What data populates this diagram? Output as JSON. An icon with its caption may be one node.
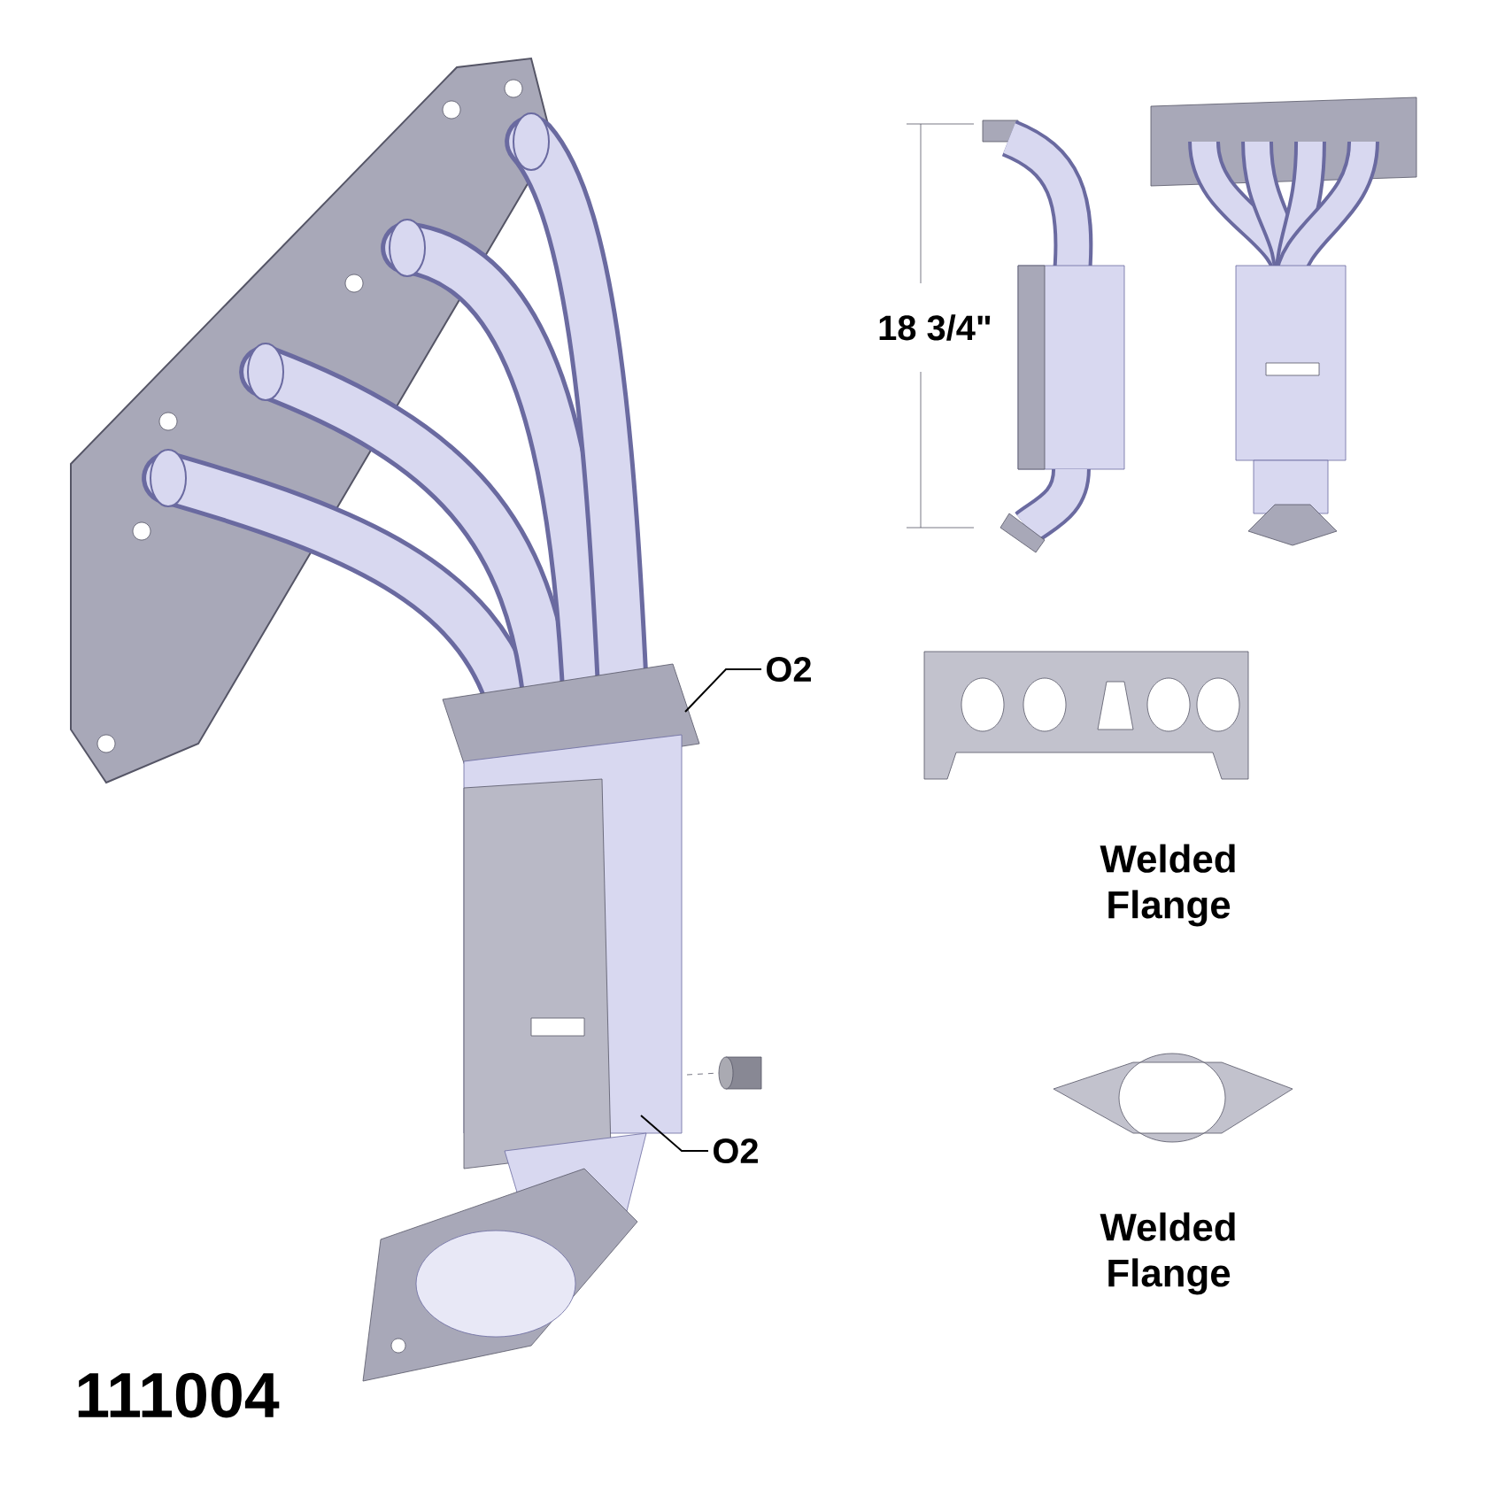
{
  "diagram": {
    "nodes": [
      {
        "text": [
          "O2"
        ]
      },
      {
        "text": [
          "O2"
        ]
      }
    ],
    "edges": [
      {
        "from": 0,
        "to": null,
        "arrow": "none"
      },
      {
        "from": 1,
        "to": null,
        "arrow": "none"
      }
    ],
    "labels": [
      "18 3/4\"",
      "Welded Flange",
      "Welded Flange",
      "111004"
    ]
  }
}
